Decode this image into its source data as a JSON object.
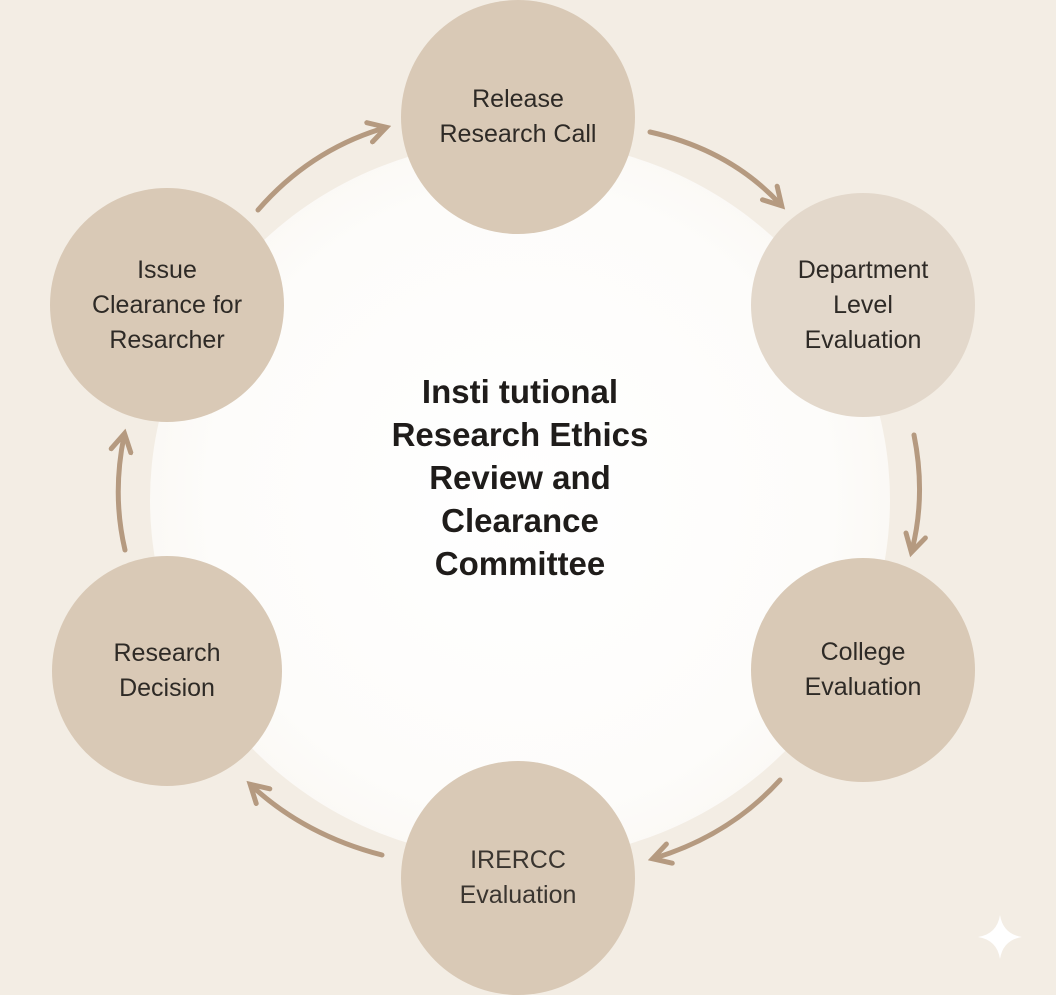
{
  "title": "Insti tutional\nResearch Ethics\nReview and\nClearance\nCommittee",
  "steps": [
    {
      "label": "Release\nResearch Call"
    },
    {
      "label": "Department\nLevel\nEvaluation"
    },
    {
      "label": "College\nEvaluation"
    },
    {
      "label": "IRERCC\nEvaluation"
    },
    {
      "label": "Research\nDecision"
    },
    {
      "label": "Issue\nClearance for\nResarcher"
    }
  ],
  "colors": {
    "node": "#d9c9b6",
    "arrow": "#b59a80",
    "background": "#f3ede4"
  }
}
